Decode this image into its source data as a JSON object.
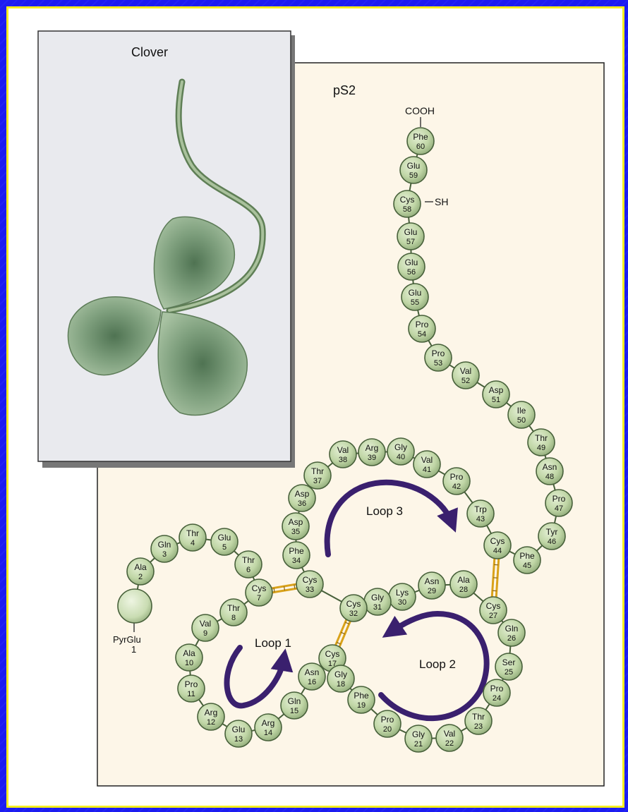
{
  "panels": {
    "clover_title": "Clover",
    "protein_title": "pS2"
  },
  "termini": {
    "cooh": "COOH",
    "sh": "SH",
    "pyrglu_name": "PyrGlu",
    "pyrglu_number": "1"
  },
  "loops": [
    {
      "label": "Loop 1"
    },
    {
      "label": "Loop 2"
    },
    {
      "label": "Loop 3"
    }
  ],
  "residues": [
    {
      "name": "Ala",
      "num": "2"
    },
    {
      "name": "Gln",
      "num": "3"
    },
    {
      "name": "Thr",
      "num": "4"
    },
    {
      "name": "Glu",
      "num": "5"
    },
    {
      "name": "Thr",
      "num": "6"
    },
    {
      "name": "Cys",
      "num": "7"
    },
    {
      "name": "Thr",
      "num": "8"
    },
    {
      "name": "Val",
      "num": "9"
    },
    {
      "name": "Ala",
      "num": "10"
    },
    {
      "name": "Pro",
      "num": "11"
    },
    {
      "name": "Arg",
      "num": "12"
    },
    {
      "name": "Glu",
      "num": "13"
    },
    {
      "name": "Arg",
      "num": "14"
    },
    {
      "name": "Gln",
      "num": "15"
    },
    {
      "name": "Asn",
      "num": "16"
    },
    {
      "name": "Cys",
      "num": "17"
    },
    {
      "name": "Gly",
      "num": "18"
    },
    {
      "name": "Phe",
      "num": "19"
    },
    {
      "name": "Pro",
      "num": "20"
    },
    {
      "name": "Gly",
      "num": "21"
    },
    {
      "name": "Val",
      "num": "22"
    },
    {
      "name": "Thr",
      "num": "23"
    },
    {
      "name": "Pro",
      "num": "24"
    },
    {
      "name": "Ser",
      "num": "25"
    },
    {
      "name": "Gln",
      "num": "26"
    },
    {
      "name": "Cys",
      "num": "27"
    },
    {
      "name": "Ala",
      "num": "28"
    },
    {
      "name": "Asn",
      "num": "29"
    },
    {
      "name": "Lys",
      "num": "30"
    },
    {
      "name": "Gly",
      "num": "31"
    },
    {
      "name": "Cys",
      "num": "32"
    },
    {
      "name": "Cys",
      "num": "33"
    },
    {
      "name": "Phe",
      "num": "34"
    },
    {
      "name": "Asp",
      "num": "35"
    },
    {
      "name": "Asp",
      "num": "36"
    },
    {
      "name": "Thr",
      "num": "37"
    },
    {
      "name": "Val",
      "num": "38"
    },
    {
      "name": "Arg",
      "num": "39"
    },
    {
      "name": "Gly",
      "num": "40"
    },
    {
      "name": "Val",
      "num": "41"
    },
    {
      "name": "Pro",
      "num": "42"
    },
    {
      "name": "Trp",
      "num": "43"
    },
    {
      "name": "Cys",
      "num": "44"
    },
    {
      "name": "Phe",
      "num": "45"
    },
    {
      "name": "Tyr",
      "num": "46"
    },
    {
      "name": "Pro",
      "num": "47"
    },
    {
      "name": "Asn",
      "num": "48"
    },
    {
      "name": "Thr",
      "num": "49"
    },
    {
      "name": "Ile",
      "num": "50"
    },
    {
      "name": "Asp",
      "num": "51"
    },
    {
      "name": "Val",
      "num": "52"
    },
    {
      "name": "Pro",
      "num": "53"
    },
    {
      "name": "Pro",
      "num": "54"
    },
    {
      "name": "Glu",
      "num": "55"
    },
    {
      "name": "Glu",
      "num": "56"
    },
    {
      "name": "Glu",
      "num": "57"
    },
    {
      "name": "Cys",
      "num": "58"
    },
    {
      "name": "Glu",
      "num": "59"
    },
    {
      "name": "Phe",
      "num": "60"
    }
  ],
  "colors": {
    "background_blue": "#1c1cf0",
    "frame_yellow": "#f5ee1e",
    "panel_cream": "#fdf6e8",
    "clover_panel": "#e9eaee",
    "bead_fill": "#c2d8a8",
    "bead_stroke": "#47603a",
    "arrow": "#3a206e",
    "disulfide": "#d9a21a"
  }
}
